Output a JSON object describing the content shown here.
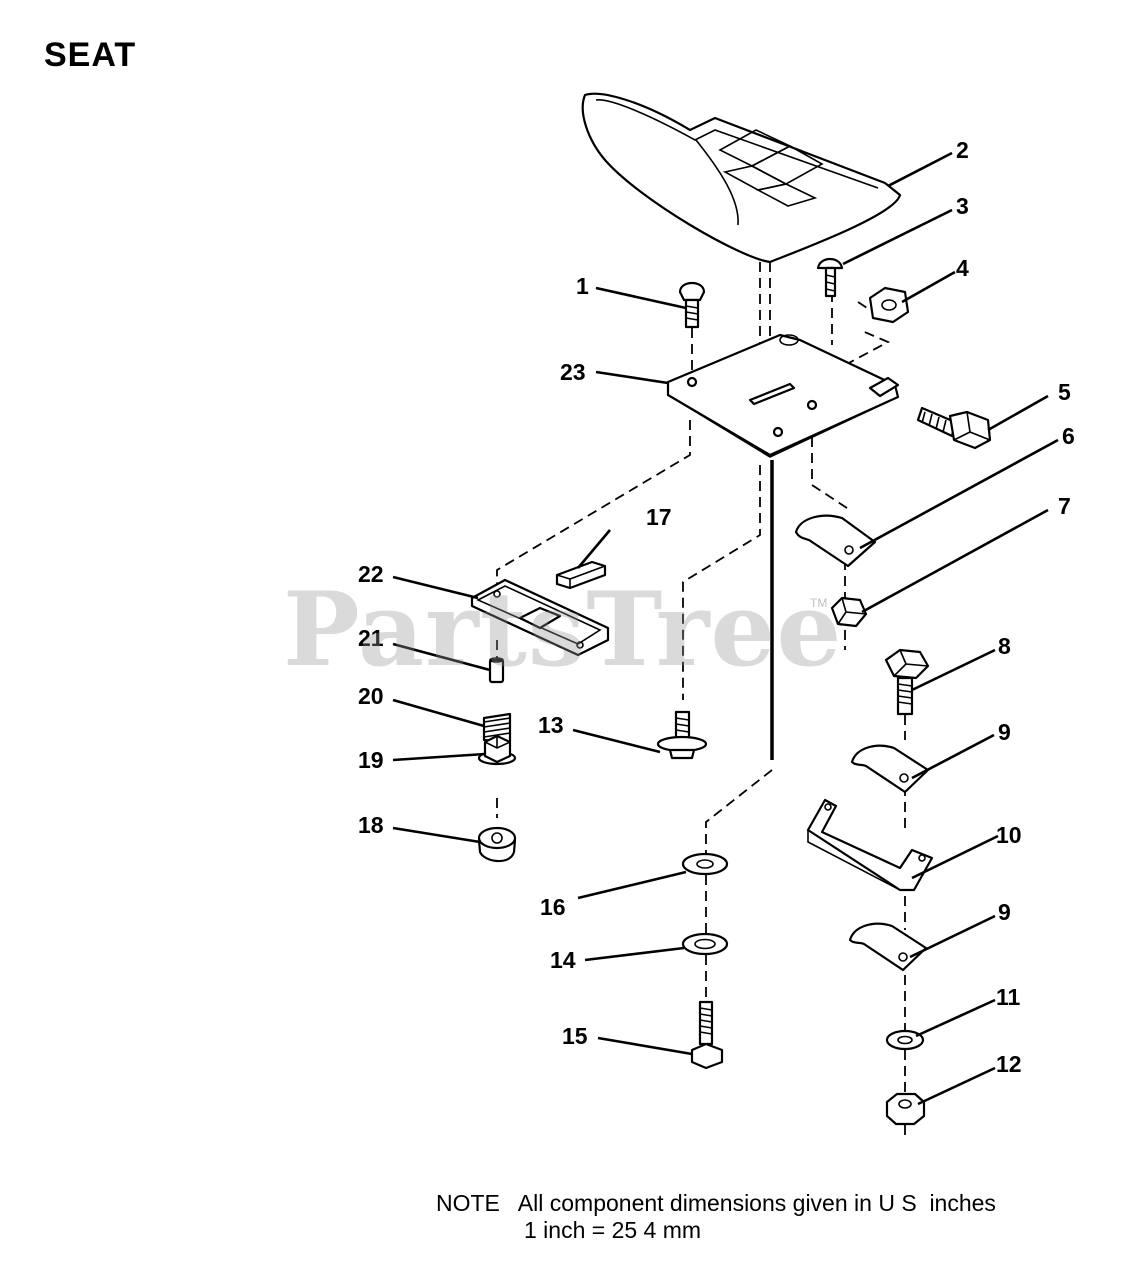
{
  "title": "SEAT",
  "note": {
    "line1": "NOTE   All component dimensions given in U S  inches",
    "line2": "1 inch = 25 4 mm"
  },
  "watermark": "PartsTree",
  "watermark_mark": "TM",
  "callouts": [
    "1",
    "2",
    "3",
    "4",
    "5",
    "6",
    "7",
    "8",
    "9",
    "10",
    "9",
    "11",
    "12",
    "13",
    "14",
    "15",
    "16",
    "17",
    "18",
    "19",
    "20",
    "21",
    "22",
    "23"
  ]
}
